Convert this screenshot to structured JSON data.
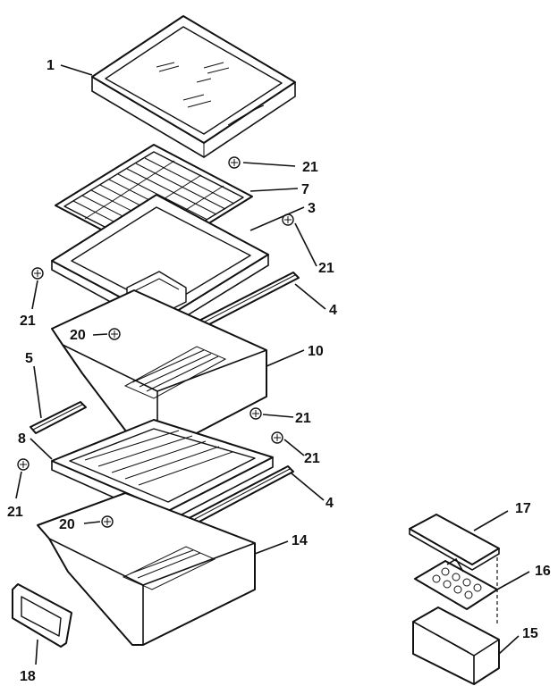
{
  "callouts": {
    "c1": "1",
    "c21a": "21",
    "c7": "7",
    "c3": "3",
    "c21b": "21",
    "c21c": "21",
    "c4a": "4",
    "c20a": "20",
    "c10": "10",
    "c5": "5",
    "c21d": "21",
    "c8": "8",
    "c21e": "21",
    "c21f": "21",
    "c4b": "4",
    "c20b": "20",
    "c14": "14",
    "c17": "17",
    "c16": "16",
    "c15": "15",
    "c18": "18"
  }
}
